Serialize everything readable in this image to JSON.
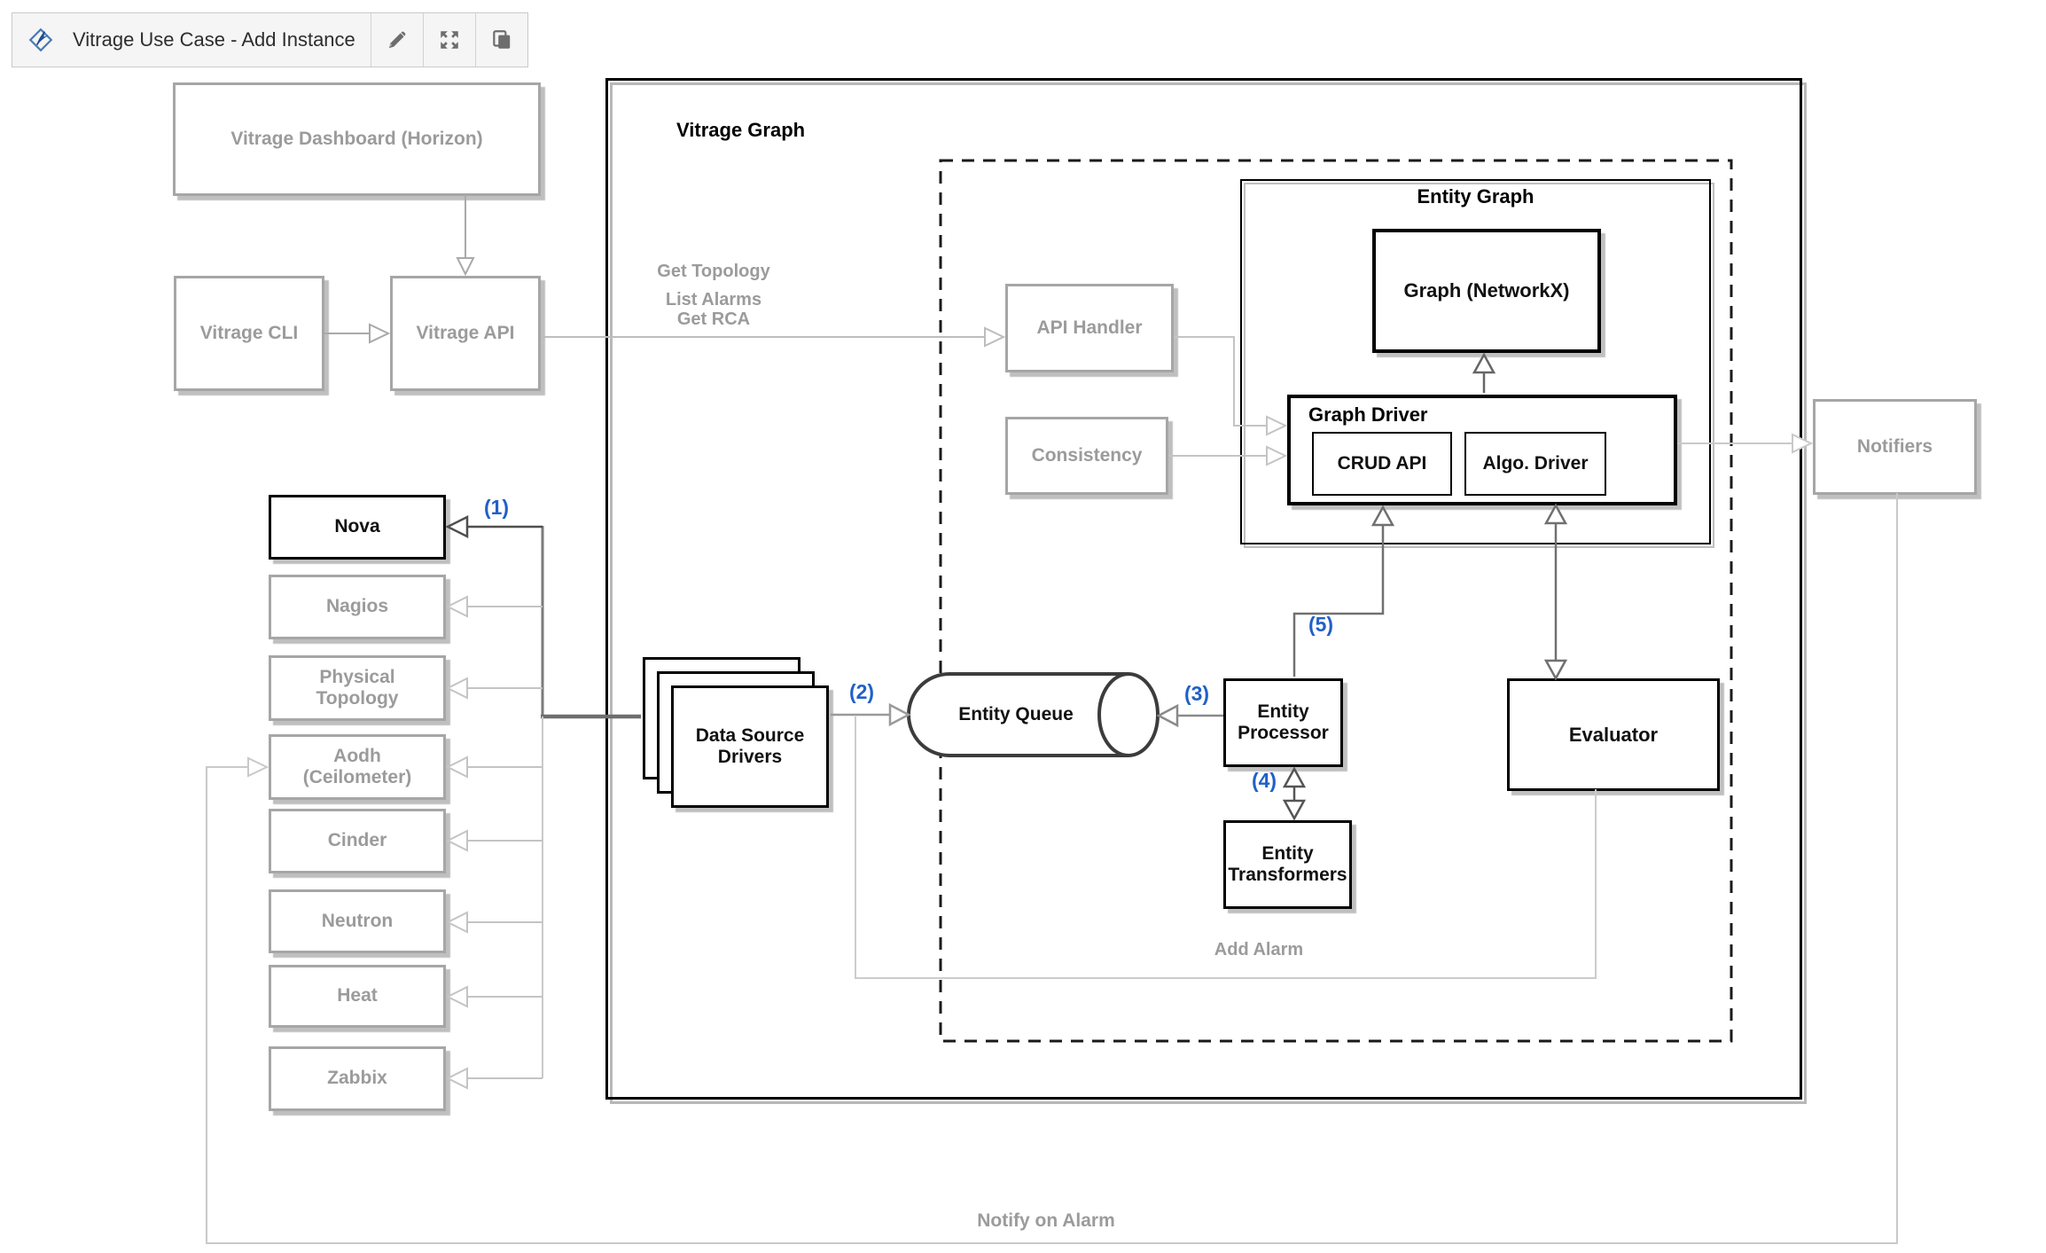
{
  "header": {
    "title": "Vitrage Use Case - Add Instance",
    "icons": {
      "logo": "diagram-logo",
      "edit": "pencil",
      "fullscreen": "expand-arrows",
      "copy": "copy-pages"
    }
  },
  "diagram": {
    "nodes": {
      "dashboard": {
        "label": "Vitrage Dashboard (Horizon)"
      },
      "cli": {
        "label": "Vitrage CLI"
      },
      "api": {
        "label": "Vitrage API"
      },
      "vitrage_graph": {
        "label": "Vitrage Graph"
      },
      "entity_graph": {
        "label": "Entity Graph"
      },
      "graph_networkx": {
        "label": "Graph (NetworkX)"
      },
      "graph_driver": {
        "label": "Graph Driver"
      },
      "crud_api": {
        "label": "CRUD API"
      },
      "algo_driver": {
        "label": "Algo. Driver"
      },
      "api_handler": {
        "label": "API Handler"
      },
      "consistency": {
        "label": "Consistency"
      },
      "notifiers": {
        "label": "Notifiers"
      },
      "data_source_drivers": {
        "label": "Data Source Drivers"
      },
      "entity_queue": {
        "label": "Entity Queue"
      },
      "entity_processor": {
        "label": "Entity Processor"
      },
      "entity_transformers": {
        "label": "Entity Transformers"
      },
      "evaluator": {
        "label": "Evaluator"
      },
      "nova": {
        "label": "Nova"
      },
      "nagios": {
        "label": "Nagios"
      },
      "physical_topology": {
        "label": "Physical Topology"
      },
      "aodh": {
        "label": "Aodh (Ceilometer)"
      },
      "cinder": {
        "label": "Cinder"
      },
      "neutron": {
        "label": "Neutron"
      },
      "heat": {
        "label": "Heat"
      },
      "zabbix": {
        "label": "Zabbix"
      }
    },
    "edge_labels": {
      "get_topology": "Get Topology",
      "list_alarms": "List Alarms",
      "get_rca": "Get RCA",
      "add_alarm": "Add Alarm",
      "notify_on_alarm": "Notify on Alarm"
    },
    "steps": {
      "s1": "(1)",
      "s2": "(2)",
      "s3": "(3)",
      "s4": "(4)",
      "s5": "(5)"
    },
    "colors": {
      "accent_blue": "#2160c8",
      "muted_text": "#9b9b9b",
      "gray_border": "#a6a6a6",
      "light_line": "#c6c6c6",
      "dark_line": "#6f6f6f",
      "black": "#000000"
    }
  }
}
